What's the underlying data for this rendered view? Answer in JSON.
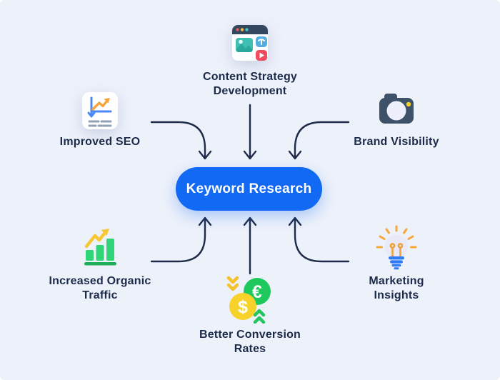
{
  "center": {
    "label": "Keyword Research"
  },
  "nodes": [
    {
      "id": "content-strategy-development",
      "label": "Content Strategy\nDevelopment",
      "icon": "browser-content-icon"
    },
    {
      "id": "improved-seo",
      "label": "Improved SEO",
      "icon": "seo-line-chart-icon"
    },
    {
      "id": "brand-visibility",
      "label": "Brand Visibility",
      "icon": "camera-icon"
    },
    {
      "id": "increased-organic-traffic",
      "label": "Increased Organic\nTraffic",
      "icon": "growth-bar-chart-icon"
    },
    {
      "id": "better-conversion-rates",
      "label": "Better Conversion\nRates",
      "icon": "currency-exchange-icon"
    },
    {
      "id": "marketing-insights",
      "label": "Marketing\nInsights",
      "icon": "lightbulb-icon"
    }
  ],
  "colors": {
    "bg": "#edf1fa",
    "navy": "#1d2b4a",
    "connector": "#1e2b49",
    "btn-blue": "#1269f4",
    "btn-text": "#ffffff"
  }
}
